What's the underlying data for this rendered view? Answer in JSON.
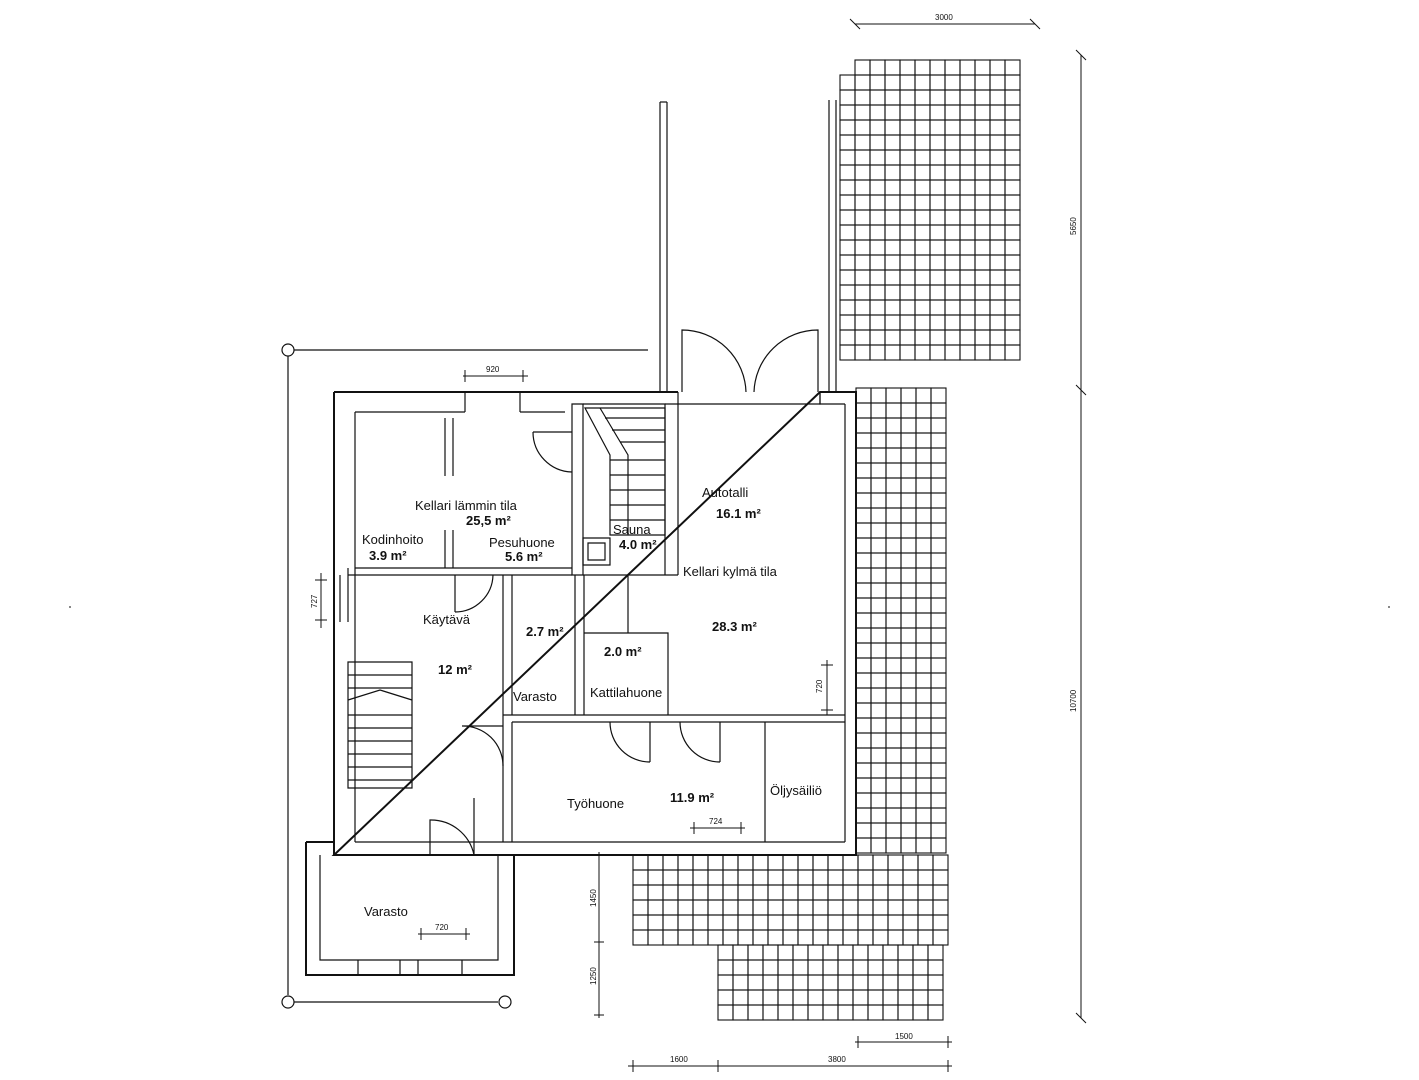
{
  "rooms": {
    "kellari_lammin": {
      "name": "Kellari lämmin tila",
      "area": "25,5 m²"
    },
    "kodinhoito": {
      "name": "Kodinhoito",
      "area": "3.9 m²"
    },
    "pesuhuone": {
      "name": "Pesuhuone",
      "area": "5.6 m²"
    },
    "sauna": {
      "name": "Sauna",
      "area": "4.0 m²"
    },
    "autotalli": {
      "name": "Autotalli",
      "area": "16.1 m²"
    },
    "kellari_kylma": {
      "name": "Kellari kylmä tila",
      "area": "28.3 m²"
    },
    "kaytava": {
      "name": "Käytävä",
      "area": "12 m²"
    },
    "small_store": {
      "area": "2.7 m²"
    },
    "varasto_inner": {
      "name": "Varasto"
    },
    "kattilahuone": {
      "name": "Kattilahuone",
      "area": "2.0 m²"
    },
    "tyohuone": {
      "name": "Työhuone",
      "area": "11.9 m²"
    },
    "oljysailio": {
      "name": "Öljysäiliö"
    },
    "varasto_outer": {
      "name": "Varasto"
    }
  },
  "dimensions": {
    "top_width": "3000",
    "right_upper": "5650",
    "right_lower": "10700",
    "door_top": "920",
    "left_727": "727",
    "right_720": "720",
    "tyohuone_724": "724",
    "varasto_720": "720",
    "vert_1450": "1450",
    "vert_1250": "1250",
    "bottom_1500": "1500",
    "bottom_1600": "1600",
    "bottom_3800": "3800"
  }
}
